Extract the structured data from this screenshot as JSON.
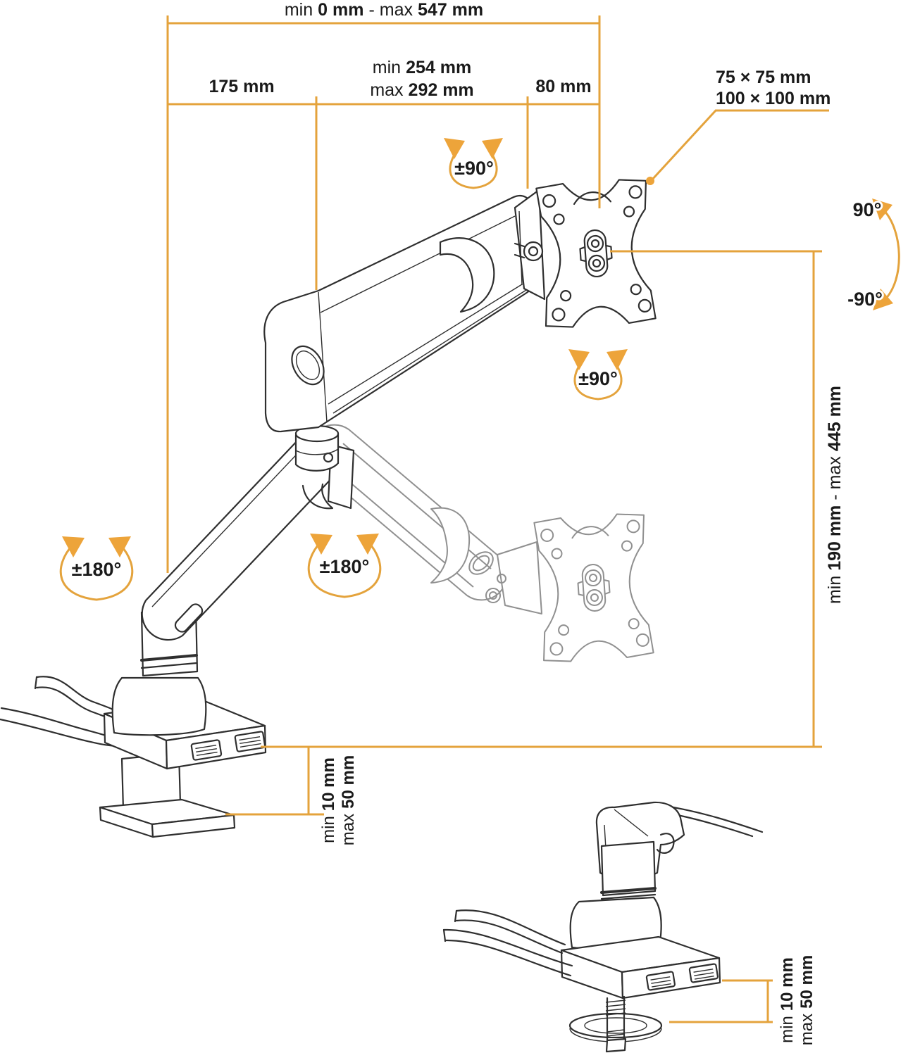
{
  "colors": {
    "accent": "#e4a33c",
    "ink": "#2f2f2f",
    "ghost": "#909090"
  },
  "annotations": {
    "total_extension": {
      "w1": "min",
      "v1": "0 mm",
      "sep": "-",
      "w2": "max",
      "v2": "547 mm"
    },
    "base_offset": "175 mm",
    "arm_reach": {
      "l1w": "min",
      "l1v": "254 mm",
      "l2w": "max",
      "l2v": "292 mm"
    },
    "head_offset": "80 mm",
    "vesa_patterns": {
      "line1": "75 × 75 mm",
      "line2": "100 × 100 mm"
    },
    "height_range": {
      "w1": "min",
      "v1": "190 mm",
      "sep": "-",
      "w2": "max",
      "v2": "445 mm"
    },
    "clamp_range": {
      "l1w": "min",
      "l1v": "10 mm",
      "l2w": "max",
      "l2v": "50 mm"
    },
    "grommet_range": {
      "l1w": "min",
      "l1v": "10 mm",
      "l2w": "max",
      "l2v": "50 mm"
    },
    "tilt_up": "90°",
    "tilt_down": "-90°",
    "pan_head": "±90°",
    "pan_vesa": "±90°",
    "swivel_base": "±180°",
    "swivel_elbow": "±180°"
  }
}
